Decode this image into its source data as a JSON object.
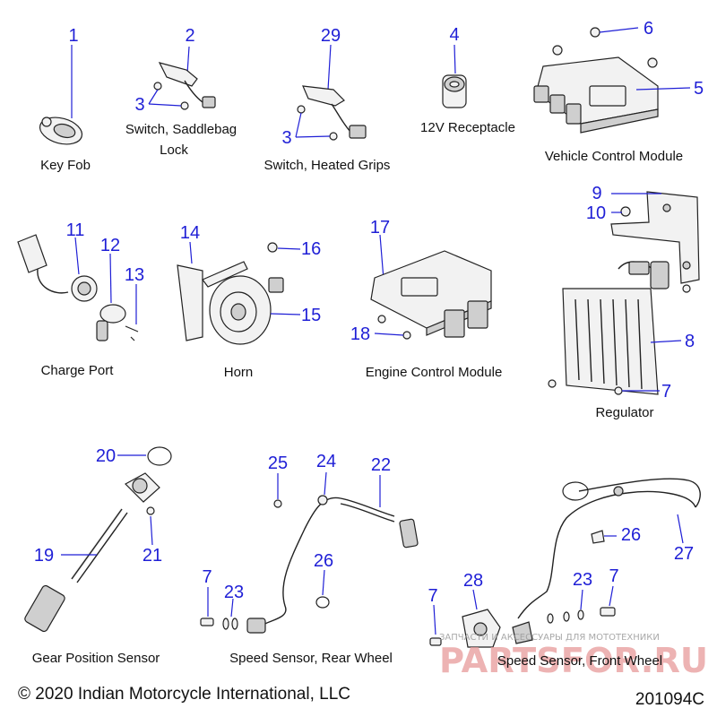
{
  "captions": {
    "key_fob": "Key Fob",
    "saddlebag_switch_line1": "Switch, Saddlebag",
    "saddlebag_switch_line2": "Lock",
    "heated_grips": "Switch, Heated Grips",
    "receptacle": "12V Receptacle",
    "vcm": "Vehicle Control Module",
    "charge_port": "Charge Port",
    "horn": "Horn",
    "ecm": "Engine Control Module",
    "regulator": "Regulator",
    "gear_sensor": "Gear Position Sensor",
    "speed_rear": "Speed Sensor, Rear Wheel",
    "speed_front": "Speed Sensor, Front Wheel"
  },
  "callouts": {
    "c1": "1",
    "c2": "2",
    "c3a": "3",
    "c29": "29",
    "c3b": "3",
    "c4": "4",
    "c6": "6",
    "c5": "5",
    "c9": "9",
    "c10": "10",
    "c11": "11",
    "c12": "12",
    "c13": "13",
    "c14": "14",
    "c16": "16",
    "c15": "15",
    "c17": "17",
    "c18": "18",
    "c8": "8",
    "c7a": "7",
    "c20": "20",
    "c21": "21",
    "c19": "19",
    "c25": "25",
    "c24": "24",
    "c22": "22",
    "c26a": "26",
    "c7b": "7",
    "c23a": "23",
    "c26b": "26",
    "c27": "27",
    "c28": "28",
    "c7c": "7",
    "c23b": "23",
    "c7d": "7"
  },
  "footer": {
    "copyright": "© 2020 Indian Motorcycle International, LLC",
    "figure_id": "201094C"
  },
  "watermark": {
    "brand": "PARTSFOR.RU",
    "tagline": "ЗАПЧАСТИ И АКСЕССУАРЫ ДЛЯ МОТОТЕХНИКИ"
  },
  "colors": {
    "callout": "#1f1fd6",
    "line_art": "#222222",
    "watermark": "#e79a9a"
  }
}
